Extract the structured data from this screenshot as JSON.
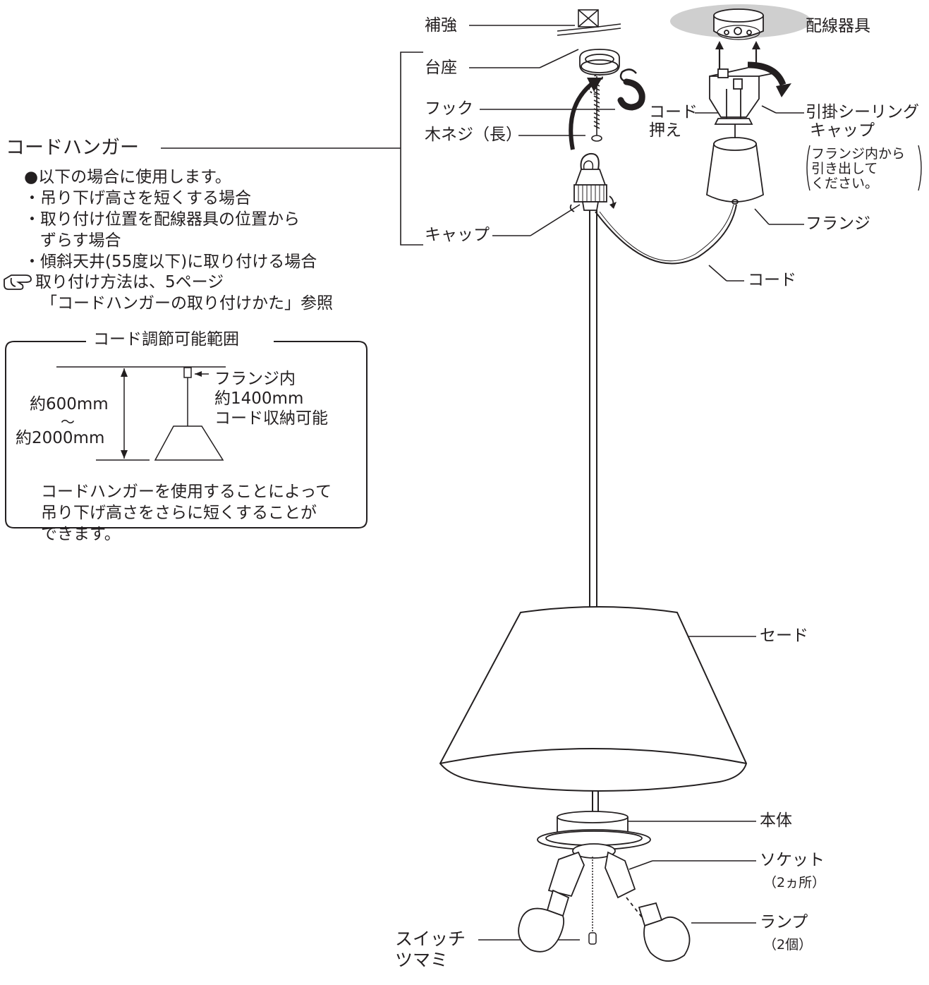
{
  "labels": {
    "hokyo": "補強",
    "daiza": "台座",
    "fukku": "フック",
    "mokuneji": "木ネジ（長）",
    "cap": "キャップ",
    "haisen": "配線器具",
    "cord_osae_1": "コード",
    "cord_osae_2": "押え",
    "hikkake_1": "引掛シーリング",
    "hikkake_2": "キャップ",
    "flange": "フランジ",
    "cord": "コード",
    "shade": "セード",
    "hontai": "本体",
    "socket": "ソケット",
    "socket_count": "（2ヵ所）",
    "lamp": "ランプ",
    "lamp_count": "（2個）",
    "switch_1": "スイッチ",
    "switch_2": "ツマミ"
  },
  "flange_note": [
    "フランジ内から",
    "引き出して",
    "ください。"
  ],
  "cord_hanger": {
    "title": "コードハンガー",
    "intro": "●以下の場合に使用します。",
    "cases": [
      "・吊り下げ高さを短くする場合",
      "・取り付け位置を配線器具の位置から",
      "　ずらす場合",
      "・傾斜天井(55度以下)に取り付ける場合"
    ],
    "reference_icon": "pointing-hand-icon",
    "reference": [
      "取り付け方法は、5ページ",
      "「コードハンガーの取り付けかた」参照"
    ]
  },
  "adjust_box": {
    "title": "コード調節可能範囲",
    "min": "約600mm",
    "tilde": "～",
    "max": "約2000mm",
    "storage": [
      "フランジ内",
      "約1400mm",
      "コード収納可能"
    ],
    "note": [
      "コードハンガーを使用することによって",
      "吊り下げ高さをさらに短くすることが",
      "できます。"
    ]
  }
}
